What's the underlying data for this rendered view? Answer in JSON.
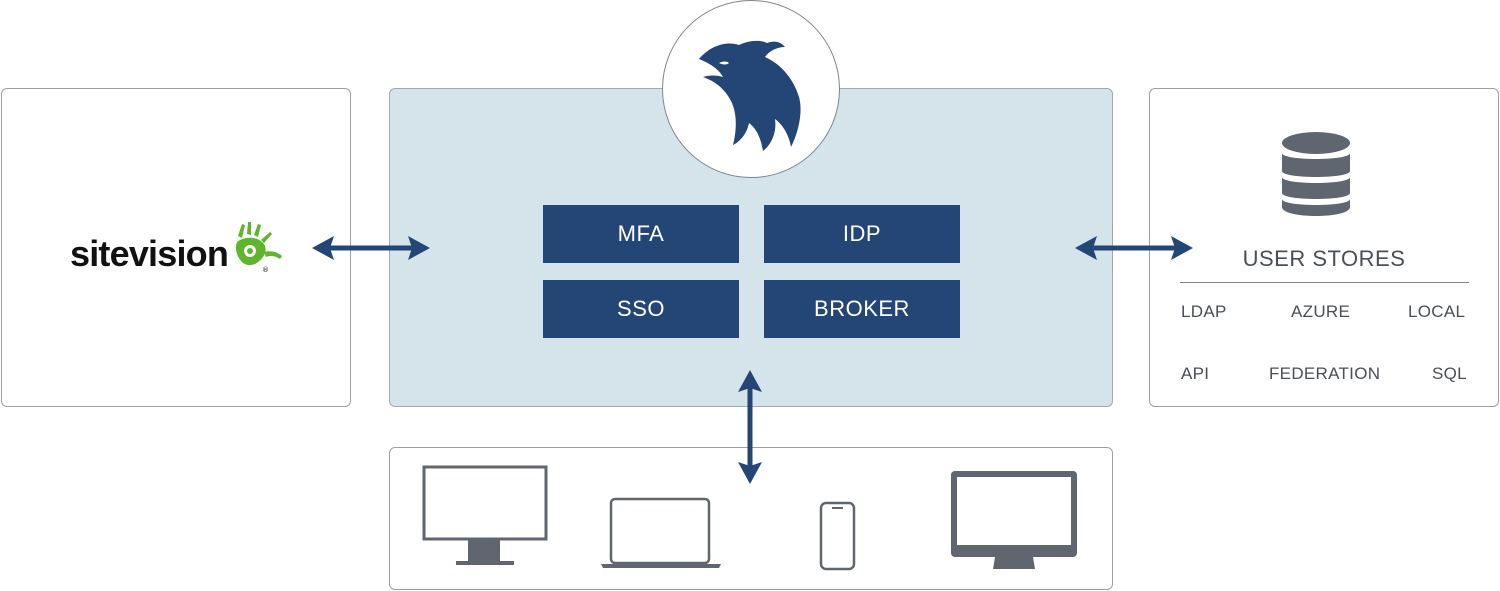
{
  "colors": {
    "primary_navy": "#234677",
    "panel_bg": "#d5e3eb",
    "device_gray": "#5f6670",
    "brand_green": "#5fb52e"
  },
  "left": {
    "brand_logo_text": "sitevision"
  },
  "center": {
    "logo_icon": "eagle-logo-icon",
    "features": {
      "mfa": "MFA",
      "idp": "IDP",
      "sso": "SSO",
      "broker": "BROKER"
    }
  },
  "right": {
    "icon": "database-icon",
    "title": "USER STORES",
    "stores": {
      "ldap": "LDAP",
      "azure": "AZURE",
      "local": "LOCAL",
      "api": "API",
      "federation": "FEDERATION",
      "sql": "SQL"
    }
  },
  "bottom": {
    "devices": [
      "desktop-monitor-icon",
      "laptop-icon",
      "smartphone-icon",
      "imac-icon"
    ]
  }
}
